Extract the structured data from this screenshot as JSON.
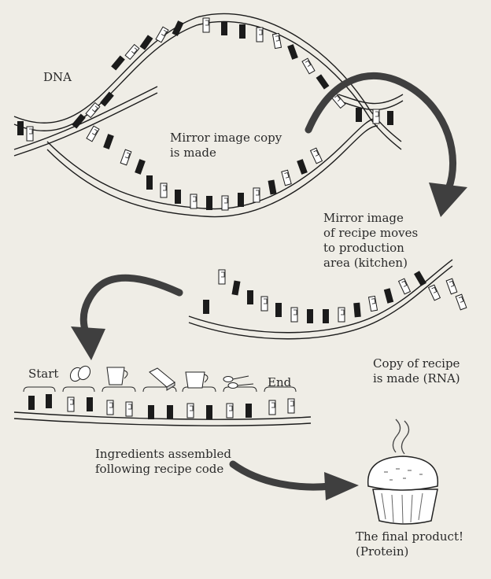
{
  "labels": {
    "dna": "DNA",
    "mirror_copy": [
      "Mirror image copy",
      "is made"
    ],
    "moves": [
      "Mirror image",
      "of recipe moves",
      "to production",
      "area (kitchen)"
    ],
    "rna": [
      "Copy of recipe",
      "is made (RNA)"
    ],
    "start": "Start",
    "end": "End",
    "ingredients": [
      "Ingredients assembled",
      "following recipe code"
    ],
    "product": [
      "The final product!",
      "(Protein)"
    ]
  },
  "icons": {
    "recipe_sequence": [
      "egg-icon",
      "measuring-cup-icon",
      "butter-stick-icon",
      "measuring-cup-icon",
      "measuring-spoons-icon"
    ],
    "product": "muffin-icon"
  }
}
